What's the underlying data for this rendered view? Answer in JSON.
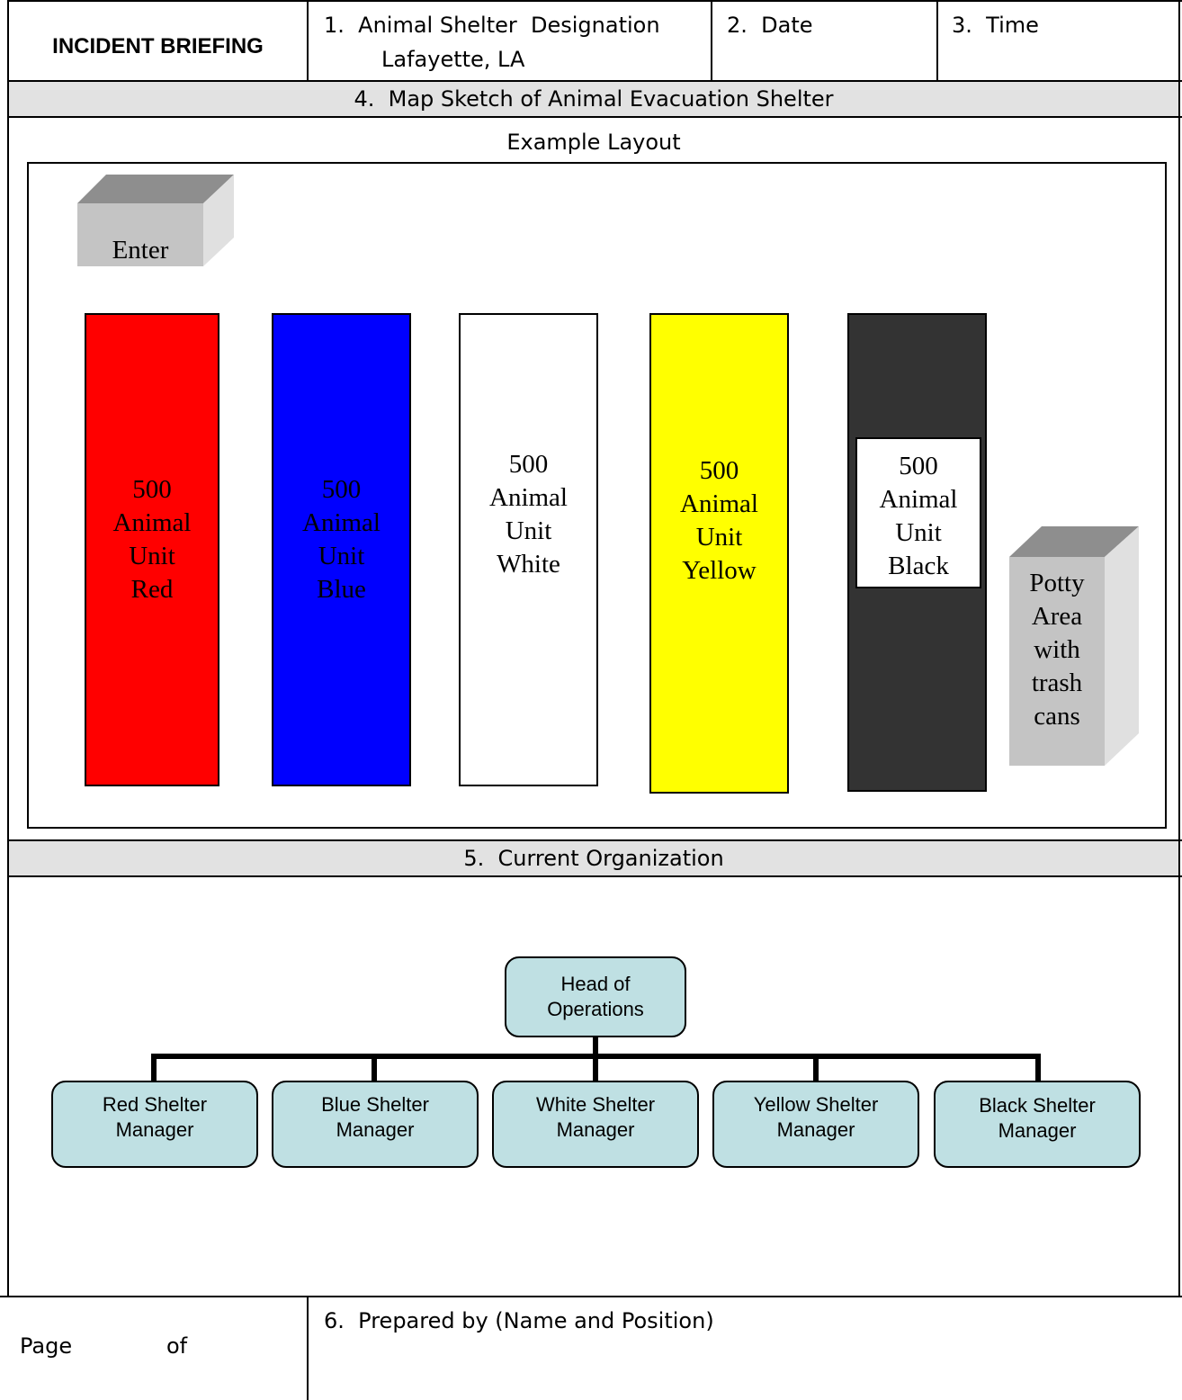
{
  "header": {
    "title": "INCIDENT BRIEFING",
    "field1_label": "1.  Animal Shelter  Designation",
    "field1_value": "Lafayette, LA",
    "field2_label": "2.  Date",
    "field3_label": "3.  Time"
  },
  "section4": {
    "heading": "4.  Map Sketch of Animal Evacuation Shelter",
    "subheading": "Example Layout",
    "enter_label": "Enter",
    "units": [
      {
        "lines": [
          "500",
          "Animal",
          "Unit",
          "Red"
        ],
        "fill": "#ff0000",
        "text_color": "#000000"
      },
      {
        "lines": [
          "500",
          "Animal",
          "Unit",
          "Blue"
        ],
        "fill": "#0000ff",
        "text_color": "#000000"
      },
      {
        "lines": [
          "500",
          "Animal",
          "Unit",
          "White"
        ],
        "fill": "#ffffff",
        "text_color": "#000000"
      },
      {
        "lines": [
          "500",
          "Animal",
          "Unit",
          "Yellow"
        ],
        "fill": "#ffff00",
        "text_color": "#000000"
      },
      {
        "lines": [
          "500",
          "Animal",
          "Unit",
          "Black"
        ],
        "fill": "#333333",
        "text_color": "#000000"
      }
    ],
    "potty_lines": [
      "Potty",
      "Area",
      "with",
      "trash",
      "cans"
    ]
  },
  "section5": {
    "heading": "5.  Current Organization",
    "head_box": [
      "Head of",
      "Operations"
    ],
    "managers": [
      [
        "Red Shelter",
        "Manager"
      ],
      [
        "Blue Shelter",
        "Manager"
      ],
      [
        "White Shelter",
        "Manager"
      ],
      [
        "Yellow Shelter",
        "Manager"
      ],
      [
        "Black Shelter",
        "Manager"
      ]
    ],
    "box_fill": "#bfe0e3"
  },
  "footer": {
    "page_label": "Page",
    "of_label": "of",
    "prepared_label": "6.  Prepared by (Name and Position)"
  }
}
